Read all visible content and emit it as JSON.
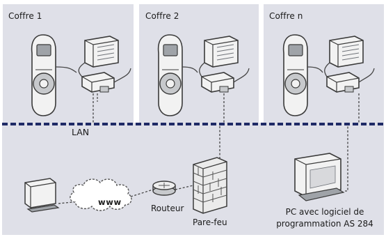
{
  "safes": [
    {
      "title": "Coffre 1"
    },
    {
      "title": "Coffre 2"
    },
    {
      "title": "Coffre n"
    }
  ],
  "network": {
    "lan_label": "LAN",
    "internet_label": "www",
    "router_label": "Routeur",
    "firewall_label": "Pare-feu",
    "pc_label_line1": "PC avec logiciel de",
    "pc_label_line2": "programmation AS 284"
  },
  "colors": {
    "panel_background": "#dfe0e8",
    "network_background": "#dfe0e8",
    "lan_line": "#1f2a66",
    "device_stroke": "#3a3a3a",
    "connector_line": "#444444"
  }
}
